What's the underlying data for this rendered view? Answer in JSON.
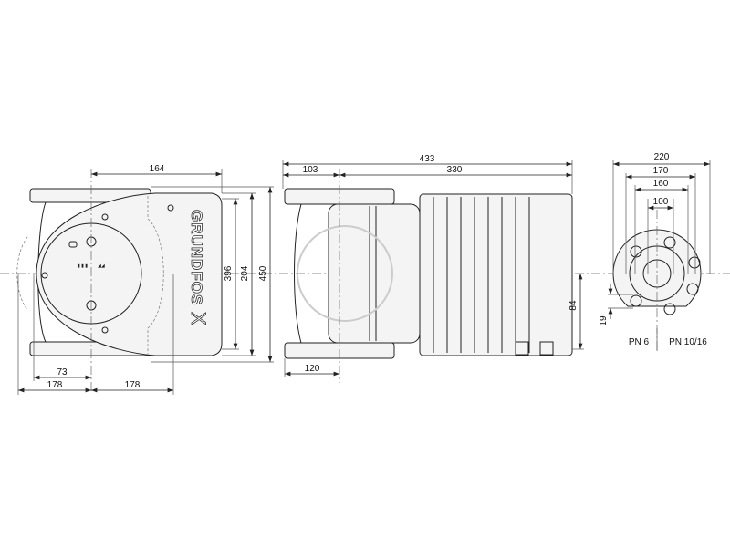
{
  "drawing": {
    "front_view": {
      "dimensions": {
        "head_width": "164",
        "height_inner": "396",
        "height_mid": "204",
        "height_total": "450",
        "offset": "73",
        "half_left": "178",
        "half_right": "178"
      },
      "brand_logo": "GRUNDFOS X"
    },
    "side_view": {
      "dimensions": {
        "total_length": "433",
        "pump_part": "103",
        "motor_part": "330",
        "flange_width": "120",
        "axis_height": "84"
      }
    },
    "flange_view": {
      "dimensions": {
        "outer": "220",
        "bolt_circle_pn16": "170",
        "bolt_circle_pn6": "160",
        "bore": "100",
        "offset": "19"
      },
      "labels": {
        "left": "PN 6",
        "right": "PN 10/16"
      }
    }
  }
}
